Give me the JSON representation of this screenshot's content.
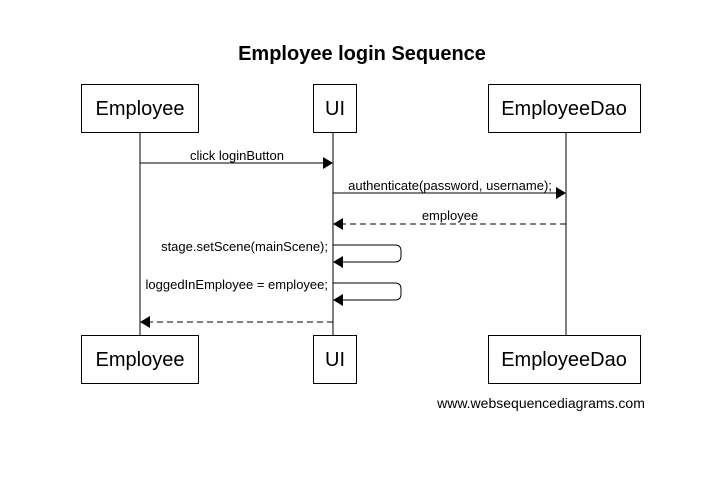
{
  "diagram": {
    "title": "Employee login Sequence",
    "credit": "www.websequencediagrams.com",
    "actors": [
      {
        "id": "employee",
        "label": "Employee"
      },
      {
        "id": "ui",
        "label": "UI"
      },
      {
        "id": "employeedao",
        "label": "EmployeeDao"
      }
    ],
    "messages": [
      {
        "from": "Employee",
        "to": "UI",
        "label": "click loginButton",
        "style": "solid"
      },
      {
        "from": "UI",
        "to": "EmployeeDao",
        "label": "authenticate(password, username);",
        "style": "solid"
      },
      {
        "from": "EmployeeDao",
        "to": "UI",
        "label": "employee",
        "style": "dashed"
      },
      {
        "from": "UI",
        "to": "UI",
        "label": "stage.setScene(mainScene);",
        "style": "solid"
      },
      {
        "from": "UI",
        "to": "UI",
        "label": "loggedInEmployee = employee;",
        "style": "solid"
      },
      {
        "from": "UI",
        "to": "Employee",
        "label": "",
        "style": "dashed"
      }
    ]
  }
}
